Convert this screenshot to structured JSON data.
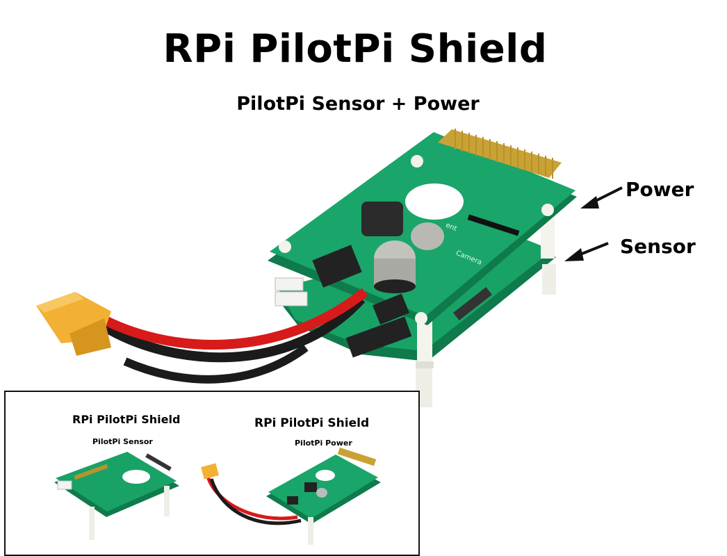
{
  "title": "RPi PilotPi Shield",
  "subtitle": "PilotPi Sensor + Power",
  "callouts": {
    "power": "Power",
    "sensor": "Sensor"
  },
  "silkscreen": {
    "camera": "Camera",
    "left_arrow": "ent"
  },
  "inset": {
    "left": {
      "title": "RPi PilotPi Shield",
      "subtitle": "PilotPi Sensor"
    },
    "right": {
      "title": "RPi PilotPi Shield",
      "subtitle": "PilotPi Power"
    }
  },
  "colors": {
    "pcb": "#19a266",
    "pcb_dark": "#0f7a4b",
    "wire_red": "#d71a1a",
    "wire_black": "#1b1b1b",
    "connector": "#f2b134"
  }
}
